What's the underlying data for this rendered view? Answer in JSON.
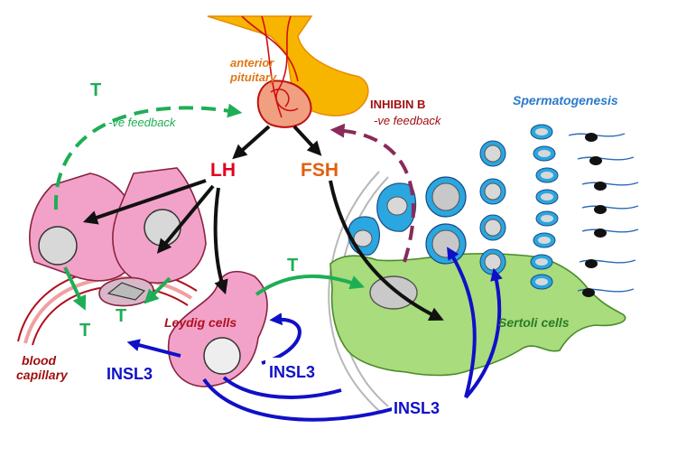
{
  "labels": {
    "anterior_pituitary_1": "anterior",
    "anterior_pituitary_2": "pituitary",
    "lh": "LH",
    "fsh": "FSH",
    "t_top": "T",
    "t_feedback": "-ve feedback",
    "inhibin": "INHIBIN B",
    "inhibin_feedback": "-ve feedback",
    "spermatogenesis": "Spermatogenesis",
    "t_middle": "T",
    "t_left": "T",
    "t_left2": "T",
    "leydig": "Leydig cells",
    "sertoli": "Sertoli cells",
    "blood_1": "blood",
    "blood_2": "capillary",
    "insl3_left": "INSL3",
    "insl3_mid": "INSL3",
    "insl3_bottom": "INSL3"
  },
  "colors": {
    "pituitary": "#f7b500",
    "pituitary_node": "#f0a080",
    "lh": "#e3001b",
    "fsh": "#e06010",
    "testosterone": "#1fae55",
    "inhibin": "#8a2a5a",
    "insl3": "#1010c8",
    "leydig": "#f2a2c8",
    "sertoli": "#a8dc7c",
    "germ_cell": "#2aa6e0",
    "spermatogenesis_label": "#2a7acb",
    "capillary": "#b01020",
    "label_dark_red": "#a01010"
  }
}
